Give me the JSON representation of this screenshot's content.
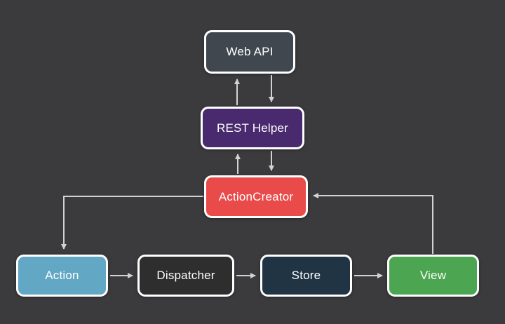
{
  "diagram": {
    "type": "flowchart",
    "background_color": "#3b3b3d",
    "line_color": "#d2d2d2",
    "node_border_color": "#ffffff",
    "node_text_color": "#ffffff",
    "nodes": [
      {
        "id": "web-api",
        "label": "Web API",
        "color": "#40474f"
      },
      {
        "id": "rest-helper",
        "label": "REST Helper",
        "color": "#4a2a6e"
      },
      {
        "id": "action-creator",
        "label": "ActionCreator",
        "color": "#e94b4b"
      },
      {
        "id": "action",
        "label": "Action",
        "color": "#62a7c4"
      },
      {
        "id": "dispatcher",
        "label": "Dispatcher",
        "color": "#2e2e2e"
      },
      {
        "id": "store",
        "label": "Store",
        "color": "#203444"
      },
      {
        "id": "view",
        "label": "View",
        "color": "#4ba551"
      }
    ],
    "edges": [
      {
        "from": "rest-helper",
        "to": "web-api"
      },
      {
        "from": "web-api",
        "to": "rest-helper"
      },
      {
        "from": "action-creator",
        "to": "rest-helper"
      },
      {
        "from": "rest-helper",
        "to": "action-creator"
      },
      {
        "from": "action-creator",
        "to": "action"
      },
      {
        "from": "action",
        "to": "dispatcher"
      },
      {
        "from": "dispatcher",
        "to": "store"
      },
      {
        "from": "store",
        "to": "view"
      },
      {
        "from": "view",
        "to": "action-creator"
      }
    ]
  }
}
